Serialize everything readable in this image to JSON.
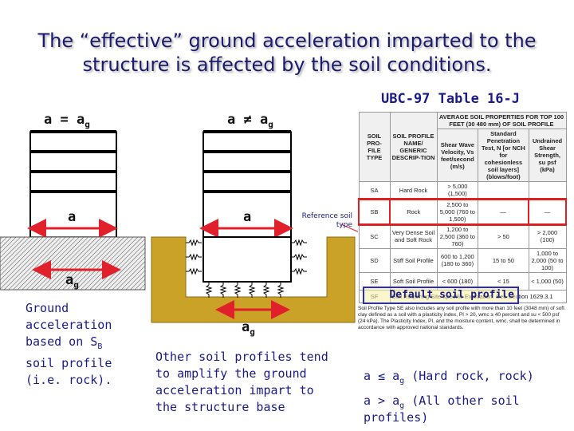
{
  "title": "The “effective” ground acceleration imparted to the structure is affected by the soil conditions.",
  "table_ref": "UBC-97 Table 16-J",
  "left": {
    "equation": "a = a",
    "equation_sub": "g",
    "structure_accel": "a",
    "ground_accel": "a",
    "ground_accel_sub": "g",
    "caption_lines": [
      "Ground",
      "acceleration",
      "based on S",
      "soil profile",
      "(i.e. rock)."
    ],
    "caption_sub": "B"
  },
  "middle": {
    "equation": "a ≠ a",
    "equation_sub": "g",
    "structure_accel": "a",
    "ground_accel": "a",
    "ground_accel_sub": "g",
    "reference_label": "Reference soil type",
    "caption": "Other soil profiles tend to amplify the ground acceleration impart to the structure base"
  },
  "table": {
    "headers": {
      "type": "SOIL PRO-FILE TYPE",
      "name": "SOIL PROFILE NAME/ GENERIC DESCRIP-TION",
      "group": "AVERAGE SOIL PROPERTIES FOR TOP 100 FEET (30 480 mm) OF SOIL PROFILE",
      "shear": "Shear Wave Velocity, Vs feet/second (m/s)",
      "spt": "Standard Penetration Test, N [or NCH for cohesionless soil layers] (blows/foot)",
      "undrained": "Undrained Shear Strength, su psf (kPa)"
    },
    "rows": [
      {
        "type": "SA",
        "name": "Hard Rock",
        "shear": "> 5,000 (1,500)",
        "spt": "",
        "undrained": ""
      },
      {
        "type": "SB",
        "name": "Rock",
        "shear": "2,500 to 5,000 (760 to 1,500)",
        "spt": "—",
        "undrained": "—"
      },
      {
        "type": "SC",
        "name": "Very Dense Soil and Soft Rock",
        "shear": "1,200 to 2,500 (360 to 760)",
        "spt": "> 50",
        "undrained": "> 2,000 (100)"
      },
      {
        "type": "SD",
        "name": "Stiff Soil Profile",
        "shear": "600 to 1,200 (180 to 360)",
        "spt": "15 to 50",
        "undrained": "1,000 to 2,000 (50 to 100)"
      },
      {
        "type": "SE",
        "name": "Soft Soil Profile",
        "shear": "< 600 (180)",
        "spt": "< 15",
        "undrained": "< 1,000 (50)"
      },
      {
        "type": "SF",
        "name": "Soil Requiring Site-specific Evaluation. See Section 1629.3.1",
        "shear": "",
        "spt": "",
        "undrained": ""
      }
    ],
    "default_label": "Default soil profile",
    "footnote": "Soil Profile Type SE also includes any soil profile with more than 10 feet (3048 mm) of soft clay defined as a soil with a plasticity index, PI > 20, wmc ≥ 40 percent and su < 500 psf (24 kPa). The Plasticity Index, PI, and the moisture content, wmc, shall be determined in accordance with approved national standards."
  },
  "notes": [
    {
      "prefix": "a ≤ a",
      "sub": "g",
      "suffix": " (Hard rock, rock)"
    },
    {
      "prefix": "a > a",
      "sub": "g",
      "suffix": " (All other soil profiles)"
    }
  ],
  "colors": {
    "title": "#1a1a6e",
    "text": "#1a1a8a",
    "arrow": "#e0202a",
    "soil": "#c9a227",
    "highlight": "#e02020",
    "default_box": "#2a2ad0",
    "default_fill": "#f4f0a0"
  }
}
